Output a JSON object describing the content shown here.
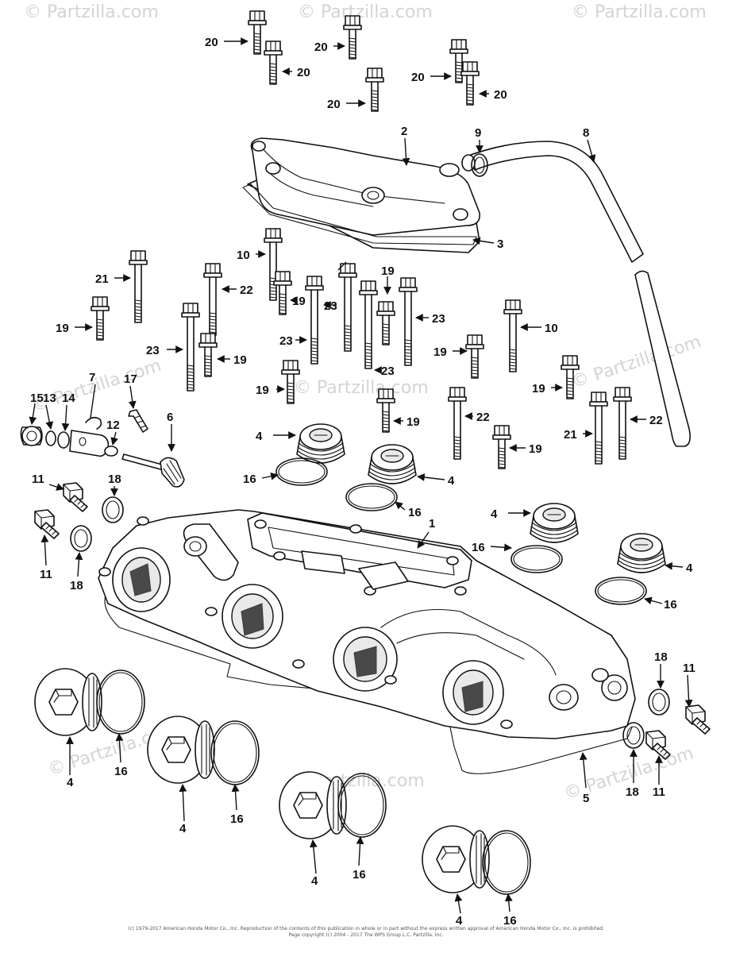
{
  "watermark": "© Partzilla.com",
  "copyright": {
    "line1": "(c) 1979-2017 American Honda Motor Co., Inc. Reproduction of the contents of this publication in whole or in part without the express written approval of American Honda Motor Co., Inc. is prohibited.",
    "line2": "Page copyright (c) 2004 - 2017 The WPS Group L.C. Partzilla, Inc."
  },
  "callouts": {
    "c1": "1",
    "c2": "2",
    "c3": "3",
    "c5": "5",
    "c6": "6",
    "c8": "8",
    "c9": "9",
    "c12": "12",
    "c17": "17",
    "c4_a": "4",
    "c4_b": "4",
    "c4_c": "4",
    "c4_d": "4",
    "c4_e": "4",
    "c4_f": "4",
    "c4_g": "4",
    "c4_h": "4",
    "c16_a": "16",
    "c16_b": "16",
    "c16_c": "16",
    "c16_d": "16",
    "c16_e": "16",
    "c16_f": "16",
    "c16_g": "16",
    "c16_h": "16",
    "c10_a": "10",
    "c10_b": "10",
    "c11_a": "11",
    "c11_b": "11",
    "c11_c": "11",
    "c11_d": "11",
    "c13": "13",
    "c14": "14",
    "c15": "15",
    "c18_a": "18",
    "c18_b": "18",
    "c18_c": "18",
    "c18_d": "18",
    "c19_a": "19",
    "c19_b": "19",
    "c19_c": "19",
    "c19_d": "19",
    "c19_e": "19",
    "c19_f": "19",
    "c19_g": "19",
    "c19_h": "19",
    "c19_i": "19",
    "c20_a": "20",
    "c20_b": "20",
    "c20_c": "20",
    "c20_d": "20",
    "c20_e": "20",
    "c20_f": "20",
    "c21_a": "21",
    "c21_b": "21",
    "c22_a": "22",
    "c22_b": "22",
    "c22_c": "22",
    "c23_a": "23",
    "c23_b": "23",
    "c23_c": "23",
    "c23_d": "23",
    "c23_e": "23"
  }
}
